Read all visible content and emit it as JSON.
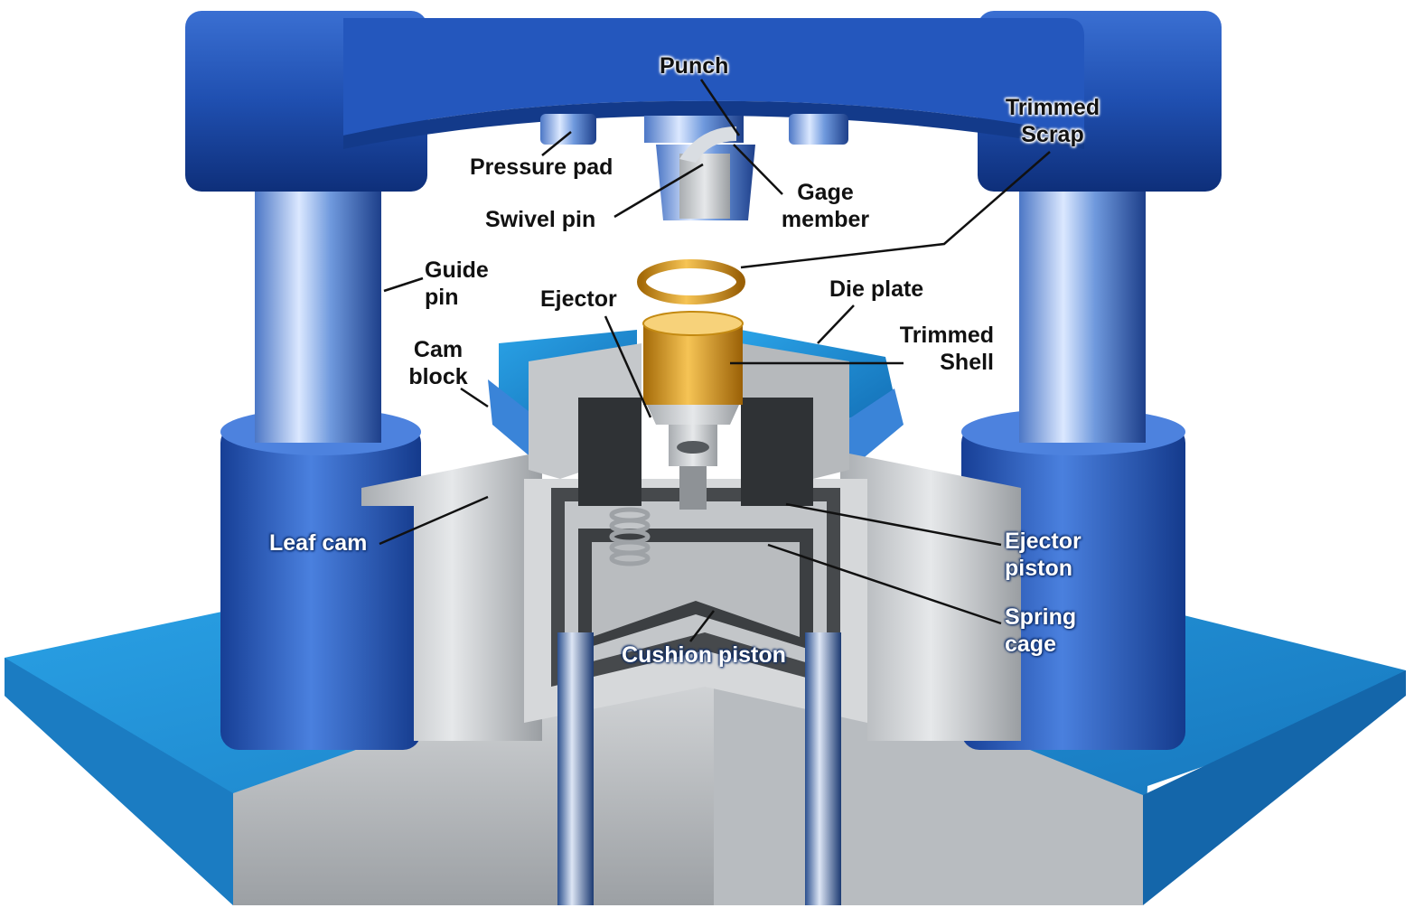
{
  "labels": {
    "punch": "Punch",
    "trimmed_scrap": "Trimmed\nScrap",
    "pressure_pad": "Pressure pad",
    "gage_member": "Gage\nmember",
    "swivel_pin": "Swivel pin",
    "guide_pin": "Guide\npin",
    "ejector": "Ejector",
    "die_plate": "Die plate",
    "cam_block": "Cam\nblock",
    "trimmed_shell": "Trimmed\nShell",
    "leaf_cam": "Leaf cam",
    "ejector_piston": "Ejector\npiston",
    "spring_cage": "Spring\ncage",
    "cushion_piston": "Cushion piston"
  },
  "colors": {
    "press_blue": "#1f4fb0",
    "press_blue_dark": "#0e2f7a",
    "base_blue": "#1f8fd6",
    "steel": "#c9cccf",
    "steel_dark": "#7d8185",
    "brass": "#d99a1c"
  }
}
